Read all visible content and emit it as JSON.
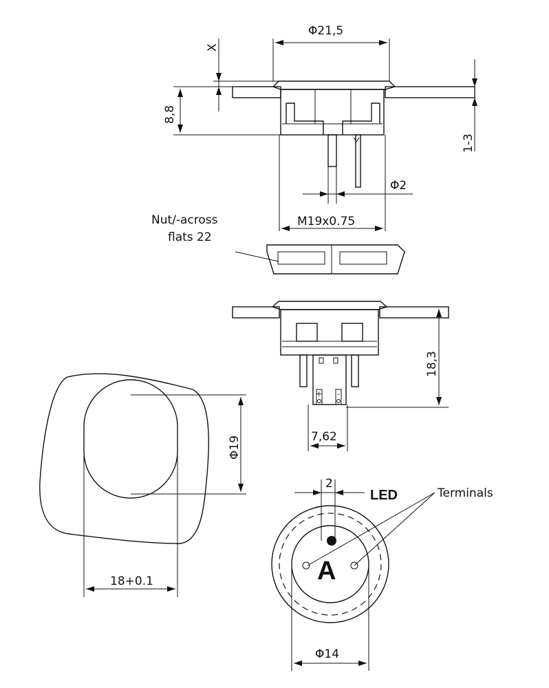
{
  "dimensions": {
    "outer_diameter": "Φ21,5",
    "panel_offset": "X",
    "body_height": "8,8",
    "panel_thickness": "1-3",
    "terminal_diameter": "Φ2",
    "thread": "M19x0.75",
    "total_height": "18,3",
    "pin_spacing": "7,62",
    "cutout_diameter": "Φ19",
    "cutout_width": "18+0.1",
    "led_offset": "2",
    "front_diameter": "Φ14"
  },
  "labels": {
    "nut_line1": "Nut/-across",
    "nut_line2": "flats 22",
    "led": "LED",
    "terminals": "Terminals",
    "anode": "A",
    "plus": "+",
    "minus": "-"
  }
}
